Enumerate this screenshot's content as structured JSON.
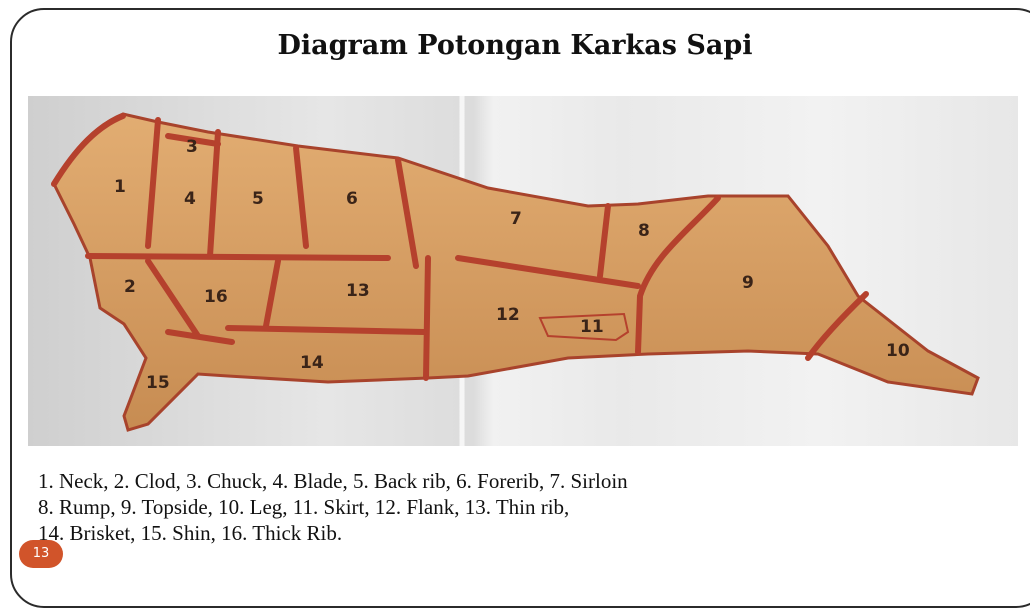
{
  "title": "Diagram Potongan Karkas Sapi",
  "cut_labels": [
    "1",
    "2",
    "3",
    "4",
    "5",
    "6",
    "7",
    "8",
    "9",
    "10",
    "11",
    "12",
    "13",
    "14",
    "15",
    "16"
  ],
  "legend_lines": [
    "1.   Neck, 2. Clod, 3. Chuck, 4. Blade, 5. Back rib, 6. Forerib, 7. Sirloin",
    "8. Rump, 9. Topside, 10. Leg, 11. Skirt, 12. Flank, 13. Thin rib,",
    "14. Brisket, 15. Shin, 16. Thick Rib."
  ],
  "page_number": "13",
  "colors": {
    "meat": "#d9a063",
    "fat_seam": "#b5412d",
    "badge": "#d1542a"
  }
}
